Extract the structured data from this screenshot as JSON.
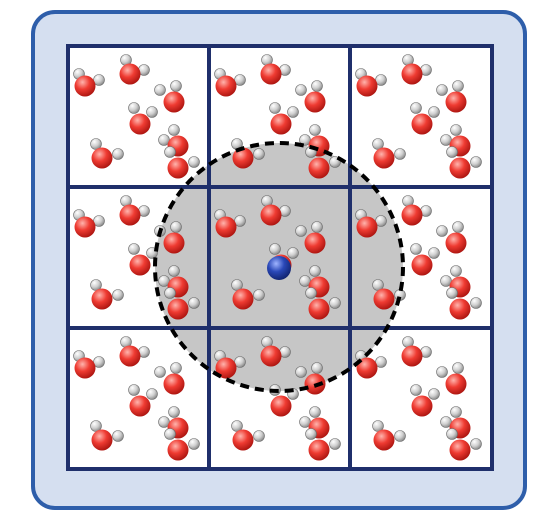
{
  "diagram": {
    "type": "periodic boundary conditions with cutoff radius",
    "grid": {
      "rows": 3,
      "cols": 3,
      "central_cell": "middle"
    },
    "molecules": {
      "kind": "water",
      "per_cell": 7,
      "total": 63
    },
    "cutoff_sphere": {
      "style": "dashed",
      "shading": "gray"
    },
    "central_particle": {
      "color": "blue"
    },
    "colors": {
      "frame_fill": "#d5dff0",
      "frame_border": "#2e5eaa",
      "grid_lines": "#1f2f6b",
      "cell_fill": "#ffffff",
      "cutoff_fill": "#c6c6c6",
      "cutoff_border": "#000000",
      "oxygen": "#e8352c",
      "hydrogen": "#c8c8c8",
      "central_particle": "#2e4fa8"
    }
  }
}
